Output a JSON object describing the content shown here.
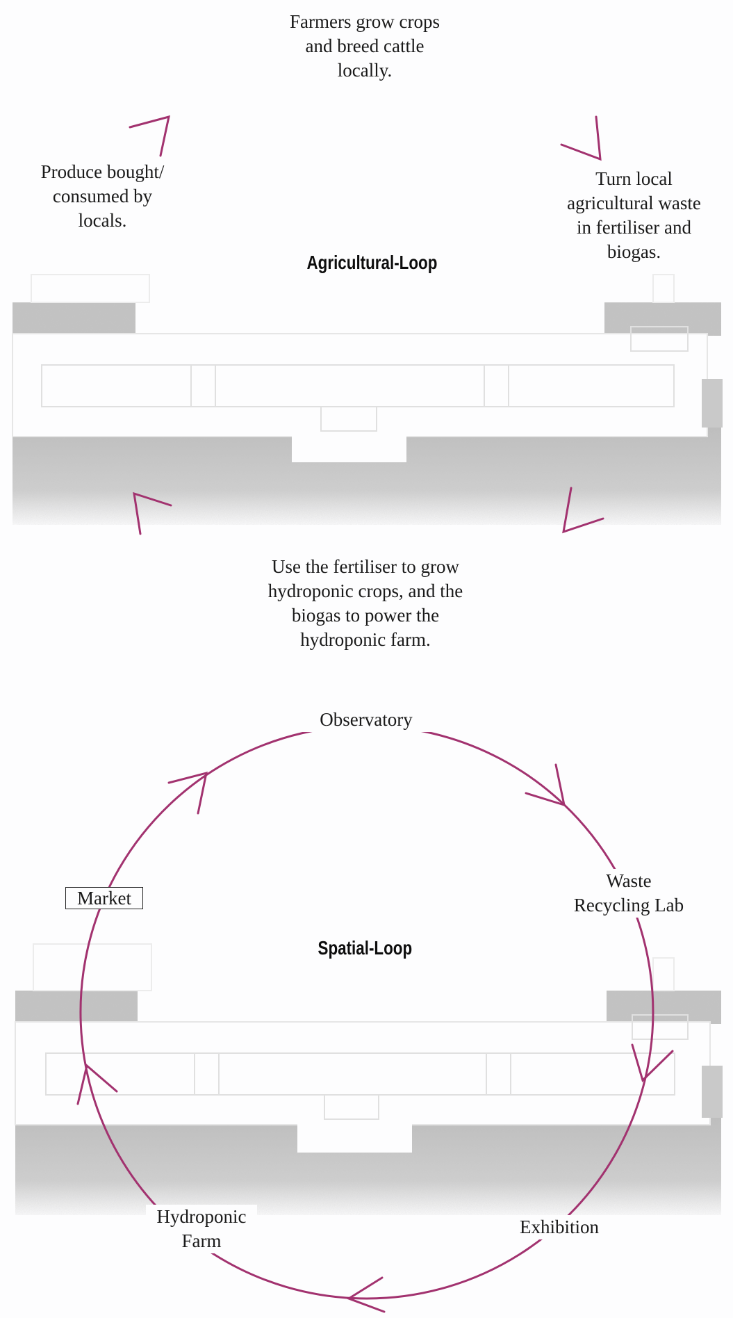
{
  "colors": {
    "loop_stroke": "#a2326f",
    "ground": "#c4c4c4",
    "background": "#fdfdfe"
  },
  "agricultural_loop": {
    "title": "Agricultural-Loop",
    "steps": [
      "Farmers grow crops and breed cattle locally.",
      "Turn local agricultural waste in fertiliser and biogas.",
      "Use the fertiliser to grow hydroponic crops, and the biogas to power the hydroponic farm.",
      "Produce bought/ consumed by locals."
    ]
  },
  "spatial_loop": {
    "title": "Spatial-Loop",
    "steps": [
      "Observatory",
      "Waste Recycling Lab",
      "Exhibition",
      "Hydroponic Farm",
      "Market"
    ]
  }
}
